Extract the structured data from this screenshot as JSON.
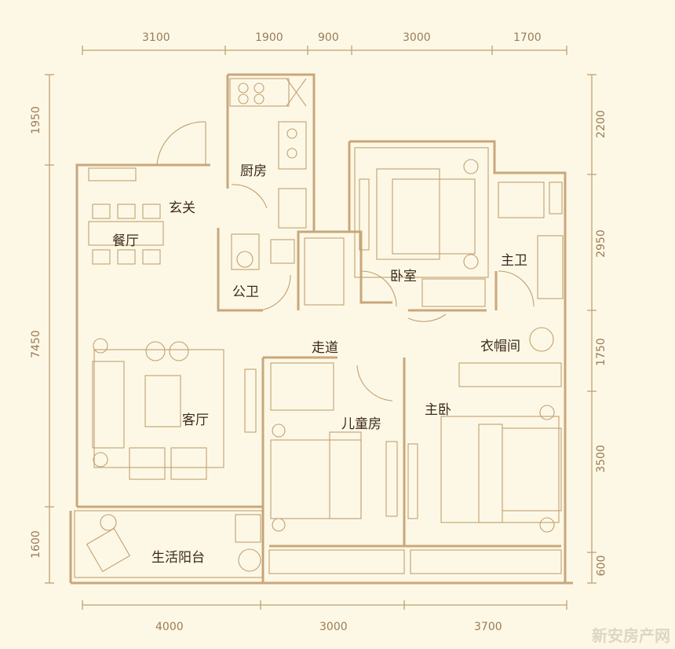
{
  "dimensions": {
    "top": [
      "3100",
      "1900",
      "900",
      "3000",
      "1700"
    ],
    "bottom": [
      "4000",
      "3000",
      "3700"
    ],
    "left": [
      "1950",
      "7450",
      "1600"
    ],
    "right": [
      "2200",
      "2950",
      "1750",
      "3500",
      "600"
    ]
  },
  "rooms": {
    "kitchen": "厨房",
    "foyer": "玄关",
    "dining": "餐厅",
    "bedroom": "卧室",
    "master_bath": "主卫",
    "public_bath": "公卫",
    "corridor": "走道",
    "closet": "衣帽间",
    "living": "客厅",
    "kids_room": "儿童房",
    "master_bedroom": "主卧",
    "balcony": "生活阳台"
  },
  "watermark": "新安房产网",
  "colors": {
    "background": "#fdf8e6",
    "wall": "#c9a77c",
    "line": "#b8956c",
    "text": "#3c2a1c"
  }
}
